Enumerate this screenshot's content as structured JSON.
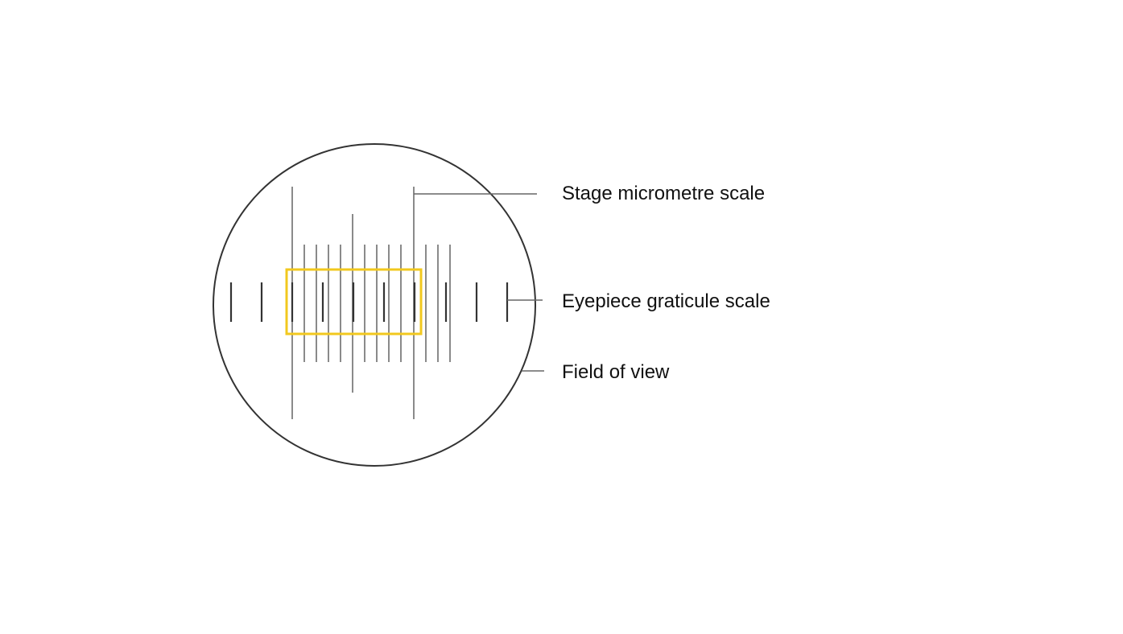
{
  "labels": {
    "stage_scale": "Stage micrometre scale",
    "eyepiece_scale": "Eyepiece graticule scale",
    "field_of_view": "Field of view"
  },
  "colors": {
    "circle": "#333333",
    "stage_lines": "#8a8a8a",
    "eyepiece_lines": "#333333",
    "highlight": "#f2c81e",
    "leader": "#666666"
  }
}
